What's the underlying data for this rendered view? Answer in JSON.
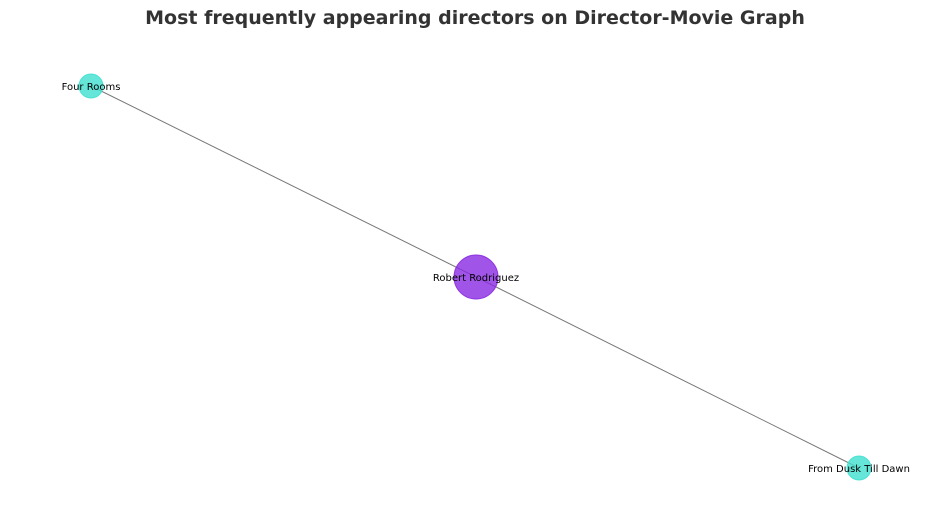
{
  "title": "Most frequently appearing directors on Director-Movie Graph",
  "colors": {
    "director": "#8a2be2",
    "movie": "#40e0d0",
    "edge": "#777777"
  },
  "nodes": [
    {
      "id": "director-robert-rodriguez",
      "label": "Robert Rodriguez",
      "kind": "director"
    },
    {
      "id": "movie-four-rooms",
      "label": "Four Rooms",
      "kind": "movie"
    },
    {
      "id": "movie-from-dusk-till-dawn",
      "label": "From Dusk Till Dawn",
      "kind": "movie"
    }
  ],
  "edges": [
    {
      "from": "director-robert-rodriguez",
      "to": "movie-four-rooms"
    },
    {
      "from": "director-robert-rodriguez",
      "to": "movie-from-dusk-till-dawn"
    }
  ]
}
